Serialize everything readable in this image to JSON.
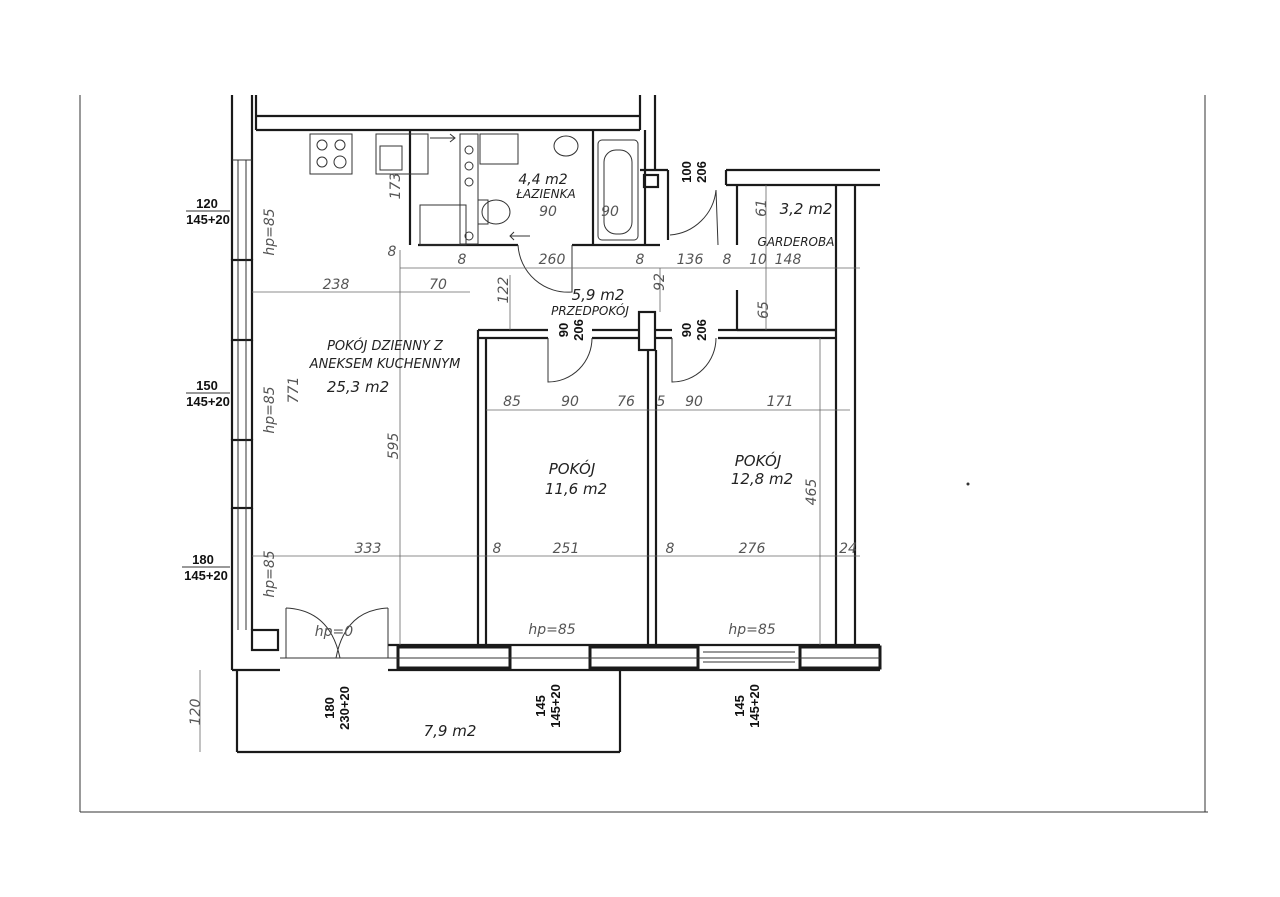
{
  "rooms": {
    "living": {
      "name_line1": "POKÓJ DZIENNY Z",
      "name_line2": "ANEKSEM KUCHENNYM",
      "area": "25,3 m2"
    },
    "bath": {
      "area": "4,4 m2",
      "name": "ŁAZIENKA"
    },
    "wardrobe": {
      "area": "3,2 m2",
      "name": "GARDEROBA"
    },
    "hall": {
      "area": "5,9 m2",
      "name": "PRZEDPOKÓJ"
    },
    "room1": {
      "name": "POKÓJ",
      "area": "11,6 m2"
    },
    "room2": {
      "name": "POKÓJ",
      "area": "12,8 m2"
    },
    "balcony": {
      "area": "7,9 m2"
    }
  },
  "windows": {
    "w1": {
      "top": "120",
      "bottom": "145+20"
    },
    "w2": {
      "top": "150",
      "bottom": "145+20"
    },
    "w3": {
      "top": "180",
      "bottom": "145+20"
    },
    "balcony_door": {
      "top": "180",
      "bottom": "230+20"
    },
    "w4": {
      "top": "145",
      "bottom": "145+20"
    },
    "w5": {
      "top": "145",
      "bottom": "145+20"
    }
  },
  "doors": {
    "d_wardrobe": {
      "top": "100",
      "bottom": "206"
    },
    "d_room1": {
      "top": "90",
      "bottom": "206"
    },
    "d_room2": {
      "top": "90",
      "bottom": "206"
    }
  },
  "sill_heights": {
    "hp1": "hp=85",
    "hp2": "hp=85",
    "hp3": "hp=85",
    "hp4": "hp=0",
    "hp5": "hp=85",
    "hp6": "hp=85"
  },
  "dimensions": {
    "d173": "173",
    "d90a": "90",
    "d90b": "90",
    "d8a": "8",
    "d8b": "8",
    "d260": "260",
    "d8c": "8",
    "d136": "136",
    "d8d": "8",
    "d10": "10",
    "d148": "148",
    "d61": "61",
    "d92": "92",
    "d238": "238",
    "d70": "70",
    "d122": "122",
    "d65": "65",
    "d771": "771",
    "d595": "595",
    "d85": "85",
    "d90c": "90",
    "d76": "76",
    "d5": "5",
    "d90d": "90",
    "d171": "171",
    "d465": "465",
    "d333": "333",
    "d8e": "8",
    "d251": "251",
    "d8f": "8",
    "d276": "276",
    "d24": "24",
    "d120": "120"
  }
}
